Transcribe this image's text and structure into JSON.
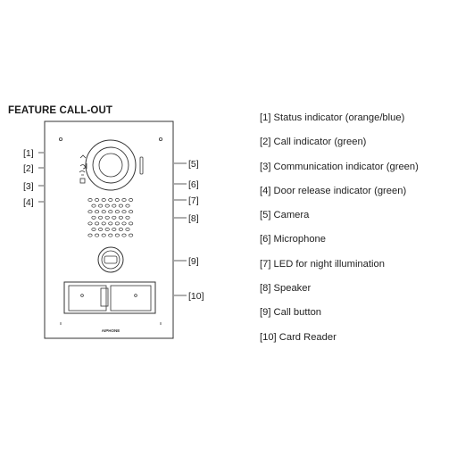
{
  "title": "FEATURE CALL-OUT",
  "brand": "AIPHONE",
  "callouts_left": [
    "[1]",
    "[2]",
    "[3]",
    "[4]"
  ],
  "callouts_right": [
    "[5]",
    "[6]",
    "[7]",
    "[8]",
    "[9]",
    "[10]"
  ],
  "legend": [
    "[1] Status indicator (orange/blue)",
    "[2] Call indicator (green)",
    "[3] Communication indicator (green)",
    "[4] Door release indicator (green)",
    "[5] Camera",
    "[6] Microphone",
    "[7] LED for night illumination",
    "[8] Speaker",
    "[9] Call button",
    "[10] Card Reader"
  ],
  "colors": {
    "line": "#333333",
    "panel_fill": "#ffffff",
    "text": "#222222"
  }
}
